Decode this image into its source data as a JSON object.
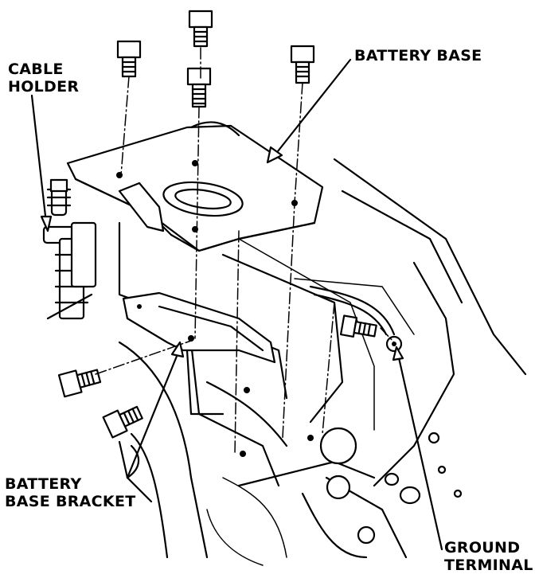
{
  "labels": {
    "cable_holder": [
      "CABLE",
      "HOLDER"
    ],
    "battery_base": "BATTERY BASE",
    "battery_base_bracket": [
      "BATTERY",
      "BASE BRACKET"
    ],
    "ground_terminal": [
      "GROUND",
      "TERMINAL"
    ]
  },
  "colors": {
    "ink": "#000000",
    "paper": "#ffffff"
  }
}
